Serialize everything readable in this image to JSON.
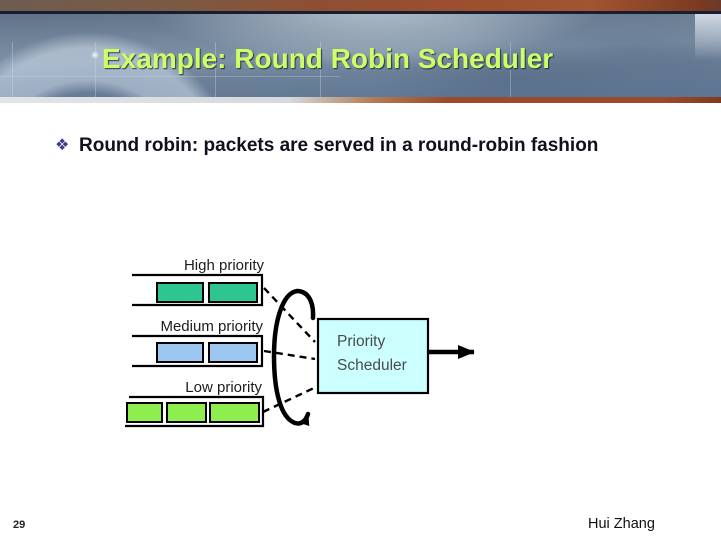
{
  "slide": {
    "title": "Example: Round Robin Scheduler",
    "bullet_glyph": "❖",
    "bullet_text": "Round robin: packets are served in a round-robin fashion",
    "page_number": "29",
    "author": "Hui Zhang"
  },
  "diagram": {
    "queues": [
      {
        "label": "High priority",
        "packet_color": "#2ec690",
        "packet_count": 2
      },
      {
        "label": "Medium priority",
        "packet_color": "#9cc6f0",
        "packet_count": 2
      },
      {
        "label": "Low priority",
        "packet_color": "#8dee4d",
        "packet_count": 3
      }
    ],
    "scheduler": {
      "line1": "Priority",
      "line2": "Scheduler",
      "fill": "#ccffff"
    }
  },
  "colors": {
    "title_text": "#ccff66",
    "banner_rust": "#9a4a2c",
    "banner_blue": "#74879c",
    "body_text": "#10101e",
    "scheduler_fill": "#ccffff"
  }
}
